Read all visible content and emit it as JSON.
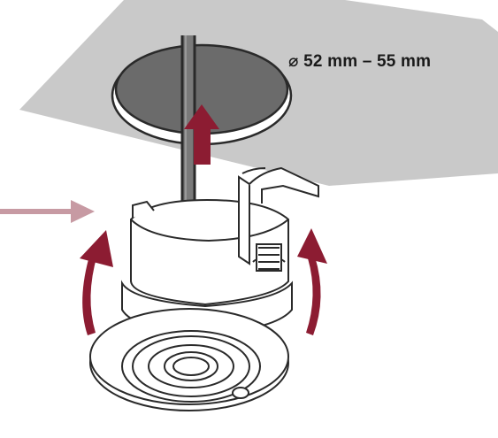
{
  "diagram": {
    "dimension_label": "⌀ 52 mm – 55 mm",
    "colors": {
      "ceiling": "#c9c9c9",
      "hole": "#6b6b6b",
      "arrow_primary": "#8c1c32",
      "arrow_secondary": "#c79aa3",
      "outline": "#2a2a2a",
      "device_fill": "#ffffff"
    },
    "elements": {
      "ceiling_panel": "ceiling-panel",
      "mounting_hole": "mounting-hole",
      "cable": "cable",
      "sensor": "recessed-sensor",
      "spring_clips": "spring-clip",
      "rotation_arrows": "rotate-arrow",
      "insert_arrow": "insert-arrow",
      "pointer_arrow": "pointer-arrow"
    }
  }
}
